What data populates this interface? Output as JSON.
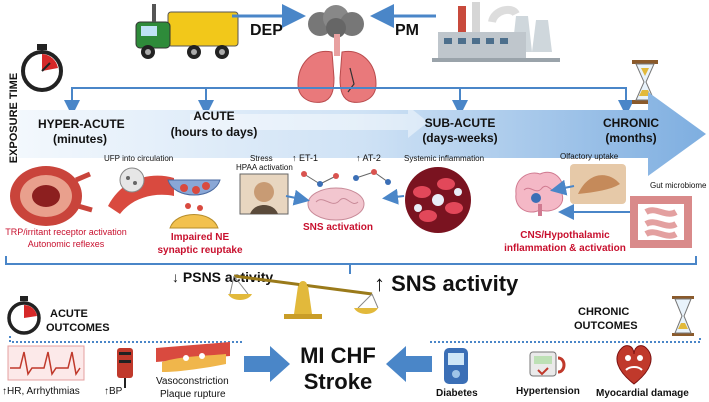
{
  "sources": {
    "left": "DEP",
    "right": "PM"
  },
  "exposure_time_label": "EXPOSURE TIME",
  "timeline": [
    {
      "title": "HYPER-ACUTE",
      "sub": "(minutes)"
    },
    {
      "title": "ACUTE",
      "sub": "(hours to days)"
    },
    {
      "title": "SUB-ACUTE",
      "sub": "(days-weeks)"
    },
    {
      "title": "CHRONIC",
      "sub": "(months)"
    }
  ],
  "mechanisms": {
    "ufp": "UFP into circulation",
    "stress": "Stress",
    "hpaa": "HPAA activation",
    "et1": "ET-1",
    "at2": "AT-2",
    "systemic": "Systemic inflammation",
    "olfactory": "Olfactory uptake",
    "gut": "Gut microbiome",
    "trp1": "TRP/irritant receptor activation",
    "trp2": "Autonomic reflexes",
    "ne1": "Impaired NE",
    "ne2": "synaptic reuptake",
    "sns_act": "SNS activation",
    "cns1": "CNS/Hypothalamic",
    "cns2": "inflammation & activation"
  },
  "balance": {
    "psns": "PSNS activity",
    "sns": "SNS activity"
  },
  "acute_outcomes": {
    "line1": "ACUTE",
    "line2": "OUTCOMES"
  },
  "chronic_outcomes": {
    "line1": "CHRONIC",
    "line2": "OUTCOMES"
  },
  "outcomes": {
    "hr": "HR, Arrhythmias",
    "bp": "BP",
    "vaso1": "Vasoconstriction",
    "vaso2": "Plaque rupture",
    "center1": "MI CHF",
    "center2": "Stroke",
    "diabetes": "Diabetes",
    "hypertension": "Hypertension",
    "myocardial": "Myocardial damage"
  },
  "colors": {
    "arrow_blue": "#4a86c8",
    "red_text": "#c8102e",
    "gold": "#e2b93b"
  }
}
